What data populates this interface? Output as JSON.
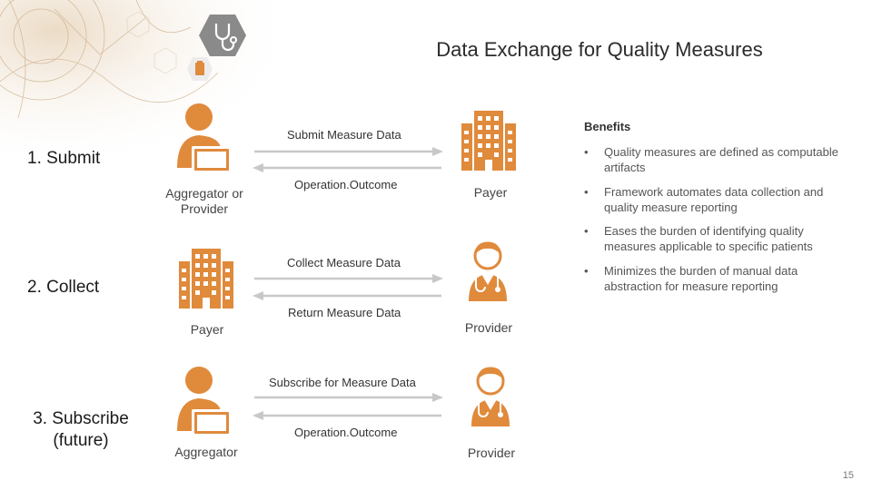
{
  "title": "Data Exchange for Quality Measures",
  "steps": [
    {
      "label": "1. Submit"
    },
    {
      "label": "2. Collect"
    },
    {
      "label": "3. Subscribe (future)"
    }
  ],
  "roles": {
    "submit_left": "Aggregator or Provider",
    "submit_right": "Payer",
    "collect_left": "Payer",
    "collect_right": "Provider",
    "subscribe_left": "Aggregator",
    "subscribe_right": "Provider"
  },
  "arrows": {
    "submit_request": "Submit Measure Data",
    "submit_response": "Operation.Outcome",
    "collect_request": "Collect Measure Data",
    "collect_response": "Return Measure Data",
    "subscribe_request": "Subscribe for Measure Data",
    "subscribe_response": "Operation.Outcome"
  },
  "benefits": {
    "title": "Benefits",
    "items": [
      "Quality measures are defined as computable artifacts",
      "Framework automates data collection and quality measure reporting",
      "Eases the burden of identifying quality measures applicable to specific patients",
      "Minimizes the burden of manual data abstraction for measure reporting"
    ],
    "bullet": "•"
  },
  "page_number": "15",
  "colors": {
    "icon_orange": "#e08a3c",
    "arrow_gray": "#c8c8c8",
    "hex_gray": "#8a8a8a"
  },
  "icons": [
    "stethoscope-icon",
    "clipboard-icon",
    "person-tablet-icon",
    "building-icon",
    "doctor-icon"
  ]
}
